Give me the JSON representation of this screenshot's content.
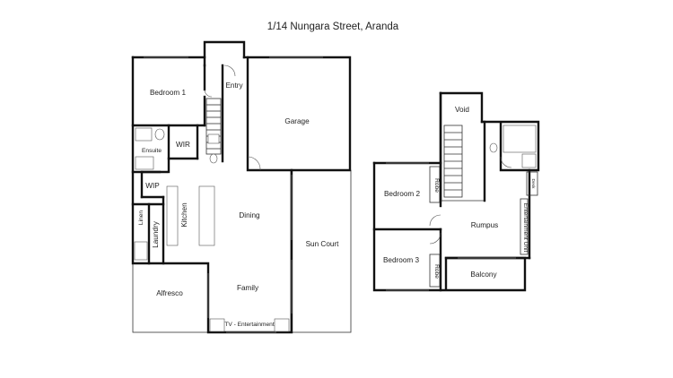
{
  "title": "1/14 Nungara Street, Aranda",
  "ground_floor": {
    "entry": "Entry",
    "bedroom1": "Bedroom 1",
    "garage": "Garage",
    "ensuite": "Ensuite",
    "wir": "WIR",
    "wip": "WIP",
    "linen": "Linen",
    "laundry": "Laundry",
    "kitchen": "Kitchen",
    "dining": "Dining",
    "sun_court": "Sun Court",
    "alfresco": "Alfresco",
    "family": "Family",
    "tv_entertainment": "TV - Entertainment"
  },
  "upper_floor": {
    "void": "Void",
    "bedroom2": "Bedroom 2",
    "robe2": "Robe",
    "rumpus": "Rumpus",
    "bedroom3": "Bedroom 3",
    "robe3": "Robe",
    "balcony": "Balcony",
    "entertainment_unit": "Entertainment Unit",
    "desk": "Desk"
  }
}
